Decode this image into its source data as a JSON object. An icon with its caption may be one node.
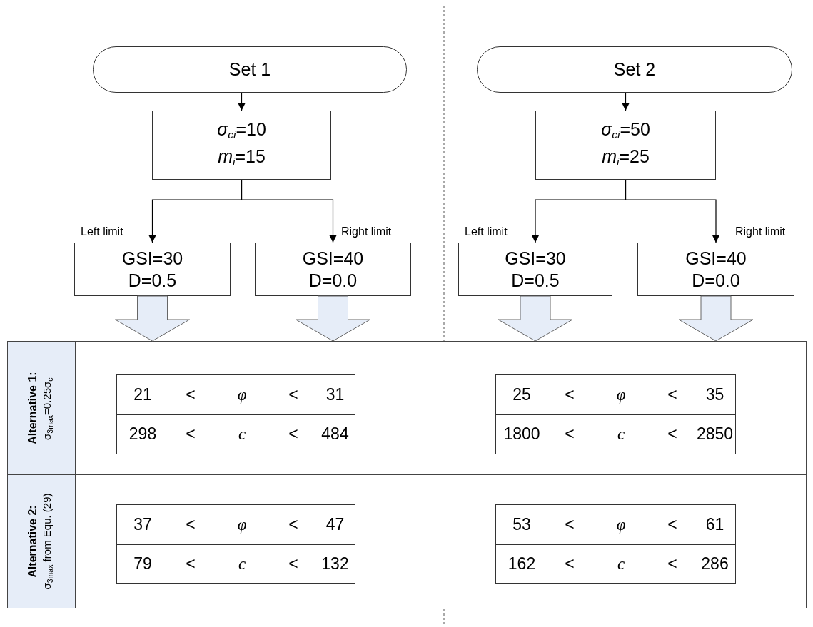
{
  "diagram": {
    "nodes": [
      {
        "text": [
          "Set 1"
        ]
      },
      {
        "text": [
          "*σ*$_{ci}$=10",
          "*m*$_{i}$=15"
        ]
      },
      {
        "text": [
          "GSI=30",
          "D=0.5"
        ],
        "beside": [
          "Left limit"
        ]
      },
      {
        "text": [
          "GSI=40",
          "D=0.0"
        ],
        "beside": [
          "Right limit"
        ]
      },
      {
        "text": [
          "Set 2"
        ]
      },
      {
        "text": [
          "*σ*$_{ci}$=50",
          "*m*$_{i}$=25"
        ]
      },
      {
        "text": [
          "GSI=30",
          "D=0.5"
        ],
        "beside": [
          "Left limit"
        ]
      },
      {
        "text": [
          "GSI=40",
          "D=0.0"
        ],
        "beside": [
          "Right limit"
        ]
      },
      {
        "text": [
          "Alternative 1:",
          "σ$_{3max}$=0.25σ$_{ci}$"
        ]
      },
      {
        "text": [
          "Alternative 2:",
          "σ$_{3max}$ from Equ. (29)"
        ]
      },
      {
        "text": [
          "21",
          "<",
          "φ",
          "<",
          "31",
          "298",
          "<",
          "c",
          "<",
          "484"
        ],
        "in": 8
      },
      {
        "text": [
          "25",
          "<",
          "φ",
          "<",
          "35",
          "1800",
          "<",
          "c",
          "<",
          "2850"
        ],
        "in": 8
      },
      {
        "text": [
          "37",
          "<",
          "φ",
          "<",
          "47",
          "79",
          "<",
          "c",
          "<",
          "132"
        ],
        "in": 9
      },
      {
        "text": [
          "53",
          "<",
          "φ",
          "<",
          "61",
          "162",
          "<",
          "c",
          "<",
          "286"
        ],
        "in": 9
      }
    ],
    "edges": [
      {
        "from": 0,
        "to": 1,
        "arrow": "to"
      },
      {
        "from": 1,
        "to": 2,
        "arrow": "to"
      },
      {
        "from": 1,
        "to": 3,
        "arrow": "to"
      },
      {
        "from": 4,
        "to": 5,
        "arrow": "to"
      },
      {
        "from": 5,
        "to": 6,
        "arrow": "to"
      },
      {
        "from": 5,
        "to": 7,
        "arrow": "to"
      },
      {
        "from": 2,
        "to": 8,
        "arrow": "to",
        "style": "thick"
      },
      {
        "from": 3,
        "to": 8,
        "arrow": "to",
        "style": "thick"
      },
      {
        "from": 6,
        "to": 8,
        "arrow": "to",
        "style": "thick"
      },
      {
        "from": 7,
        "to": 8,
        "arrow": "to",
        "style": "thick"
      }
    ]
  }
}
